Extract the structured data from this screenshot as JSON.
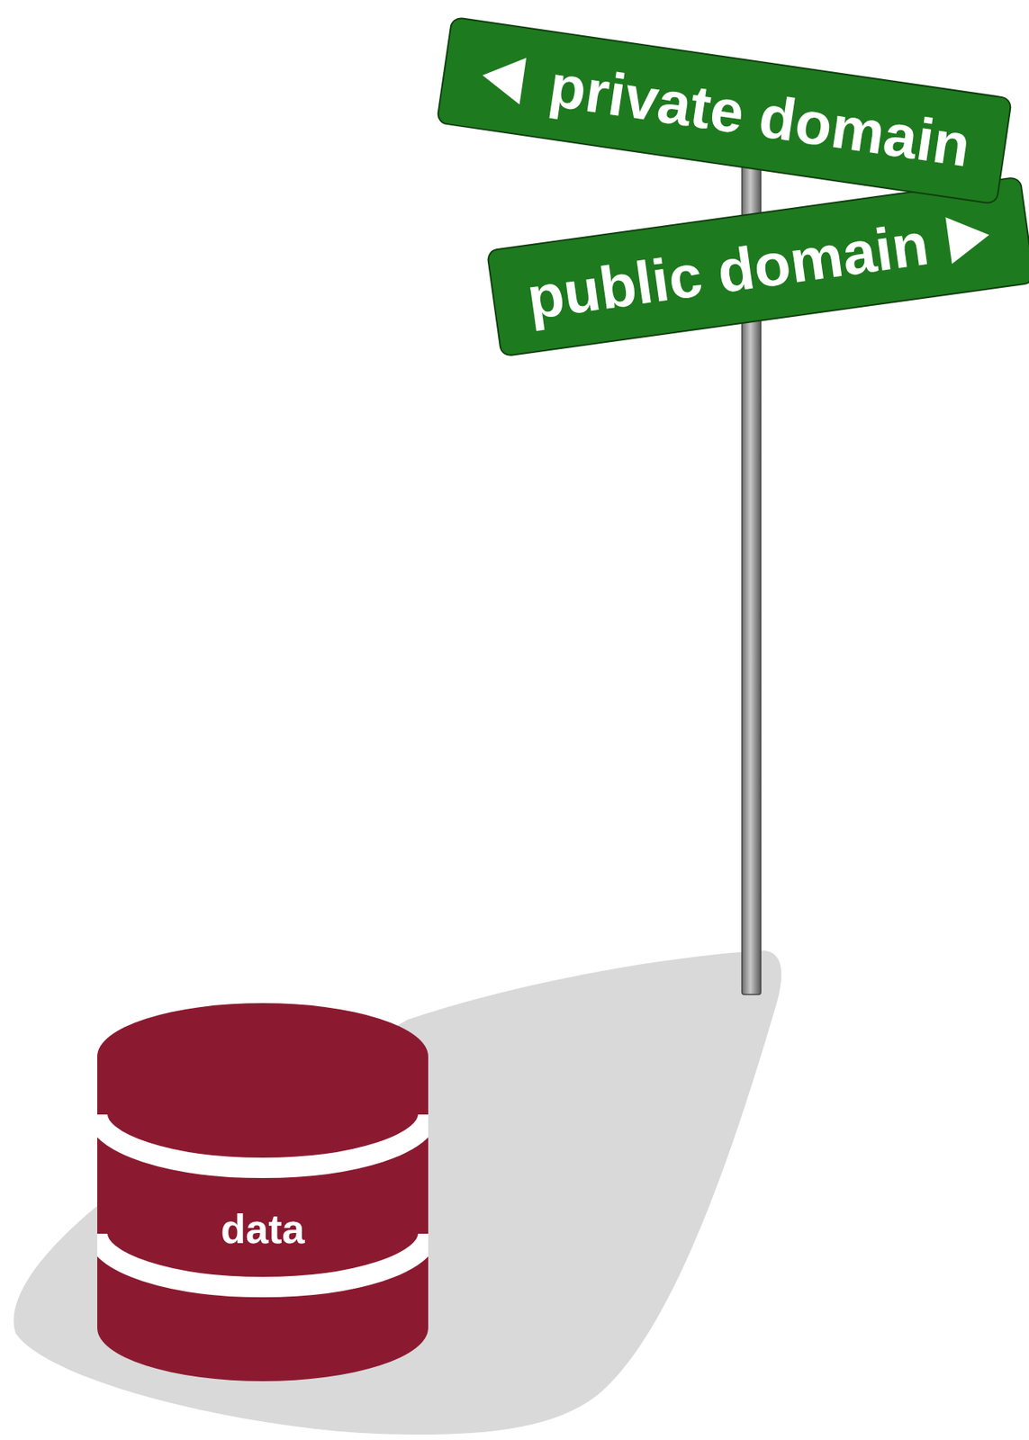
{
  "diagram": {
    "nodes": [
      {
        "text": [
          "private domain"
        ]
      },
      {
        "text": [
          "public domain"
        ]
      },
      {
        "text": [
          "data"
        ]
      }
    ]
  }
}
